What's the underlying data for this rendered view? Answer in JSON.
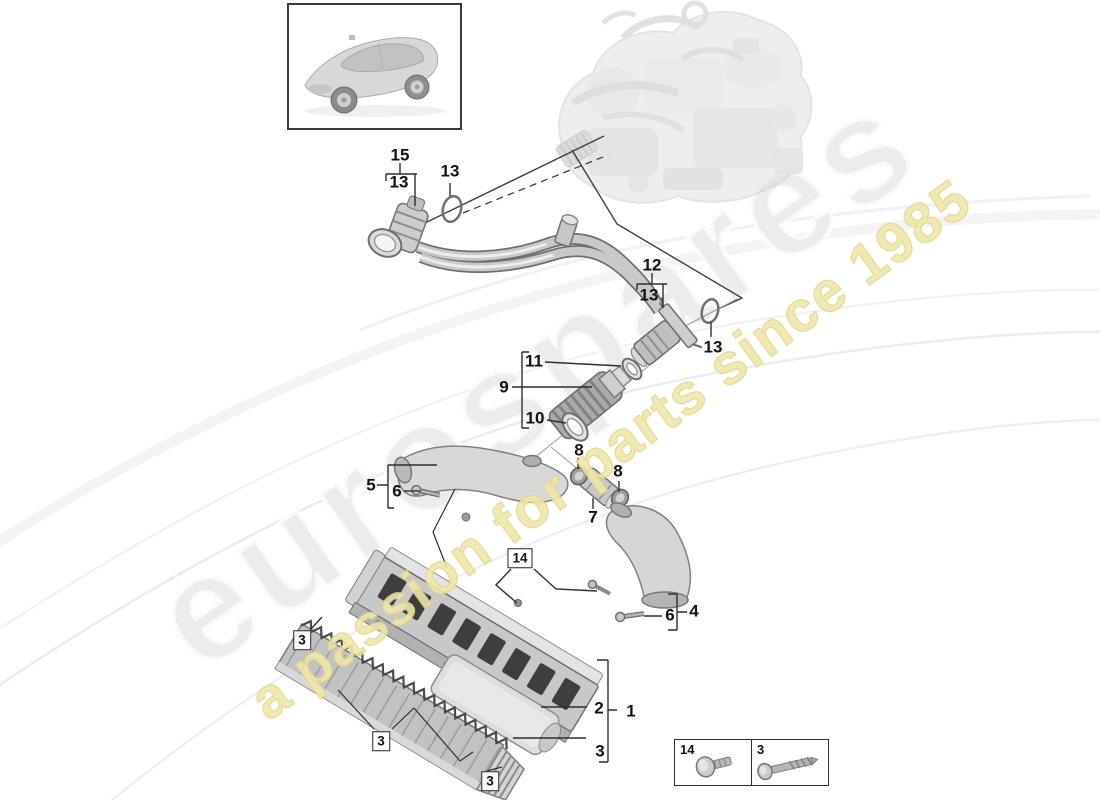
{
  "watermark": {
    "brand": "eurospares",
    "tagline": "a passion for parts since 1985",
    "brand_color": "#ececec",
    "tagline_color": "#efe7a8"
  },
  "diagram": {
    "callouts": {
      "n1": "1",
      "n2": "2",
      "n3": "3",
      "n4": "4",
      "n5": "5",
      "n6": "6",
      "n7": "7",
      "n8": "8",
      "n9": "9",
      "n10": "10",
      "n11": "11",
      "n12": "12",
      "n13": "13",
      "n14": "14",
      "n15": "15"
    }
  },
  "legend": {
    "items": [
      {
        "ref": "14",
        "icon": "pan-head-screw-icon"
      },
      {
        "ref": "3",
        "icon": "long-screw-icon"
      }
    ]
  },
  "vehicle": {
    "thumbnail_icon": "porsche-panamera-car-icon"
  }
}
